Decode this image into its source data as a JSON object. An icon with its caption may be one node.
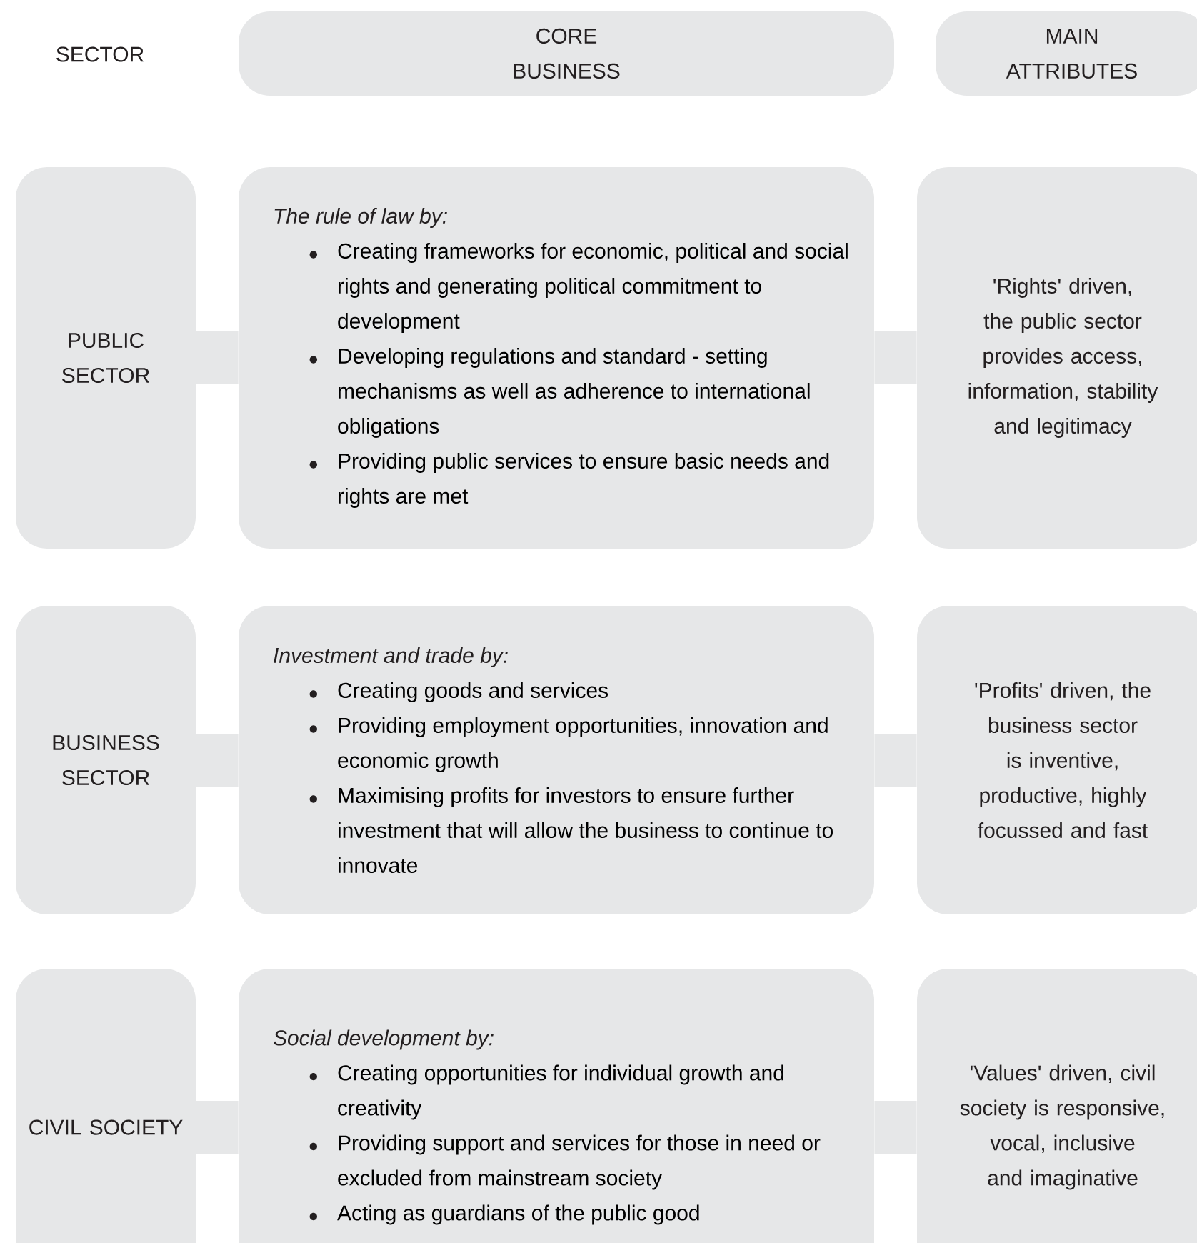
{
  "diagram": {
    "nodes": [
      {
        "text": [
          "CORE BUSINESS"
        ]
      },
      {
        "text": [
          "MAIN ATTRIBUTES"
        ]
      },
      {
        "text": [
          "PUBLIC SECTOR"
        ]
      },
      {
        "text": [
          "The rule of law by:",
          "Creating frameworks for economic, political and social rights and generating political commitment to development",
          "Developing regulations and standard - setting mechanisms as well as adherence to international obligations",
          "Providing public services to ensure basic needs and rights are met"
        ]
      },
      {
        "text": [
          "'Rights' driven, the public sector provides access, information, stability and legitimacy"
        ]
      },
      {
        "text": [
          "BUSINESS SECTOR"
        ]
      },
      {
        "text": [
          "Investment and trade by:",
          "Creating goods and services",
          "Providing employment opportunities, innovation and economic growth",
          "Maximising profits for investors to ensure further investment that will allow the business to continue to innovate"
        ]
      },
      {
        "text": [
          "'Profits' driven, the business sector is inventive, productive, highly focussed and fast"
        ]
      },
      {
        "text": [
          "CIVIL SOCIETY"
        ]
      },
      {
        "text": [
          "Social development by:",
          "Creating opportunities for individual growth and creativity",
          "Providing support and services for those in need or excluded from mainstream society",
          "Acting as guardians of the public good"
        ]
      },
      {
        "text": [
          "'Values' driven, civil society is responsive, vocal, inclusive and imaginative"
        ]
      }
    ],
    "edges": [
      {
        "from": 2,
        "to": 3,
        "arrow": "none"
      },
      {
        "from": 3,
        "to": 4,
        "arrow": "none"
      },
      {
        "from": 5,
        "to": 6,
        "arrow": "none"
      },
      {
        "from": 6,
        "to": 7,
        "arrow": "none"
      },
      {
        "from": 8,
        "to": 9,
        "arrow": "none"
      },
      {
        "from": 9,
        "to": 10,
        "arrow": "none"
      }
    ],
    "labels": [
      "SECTOR"
    ]
  }
}
